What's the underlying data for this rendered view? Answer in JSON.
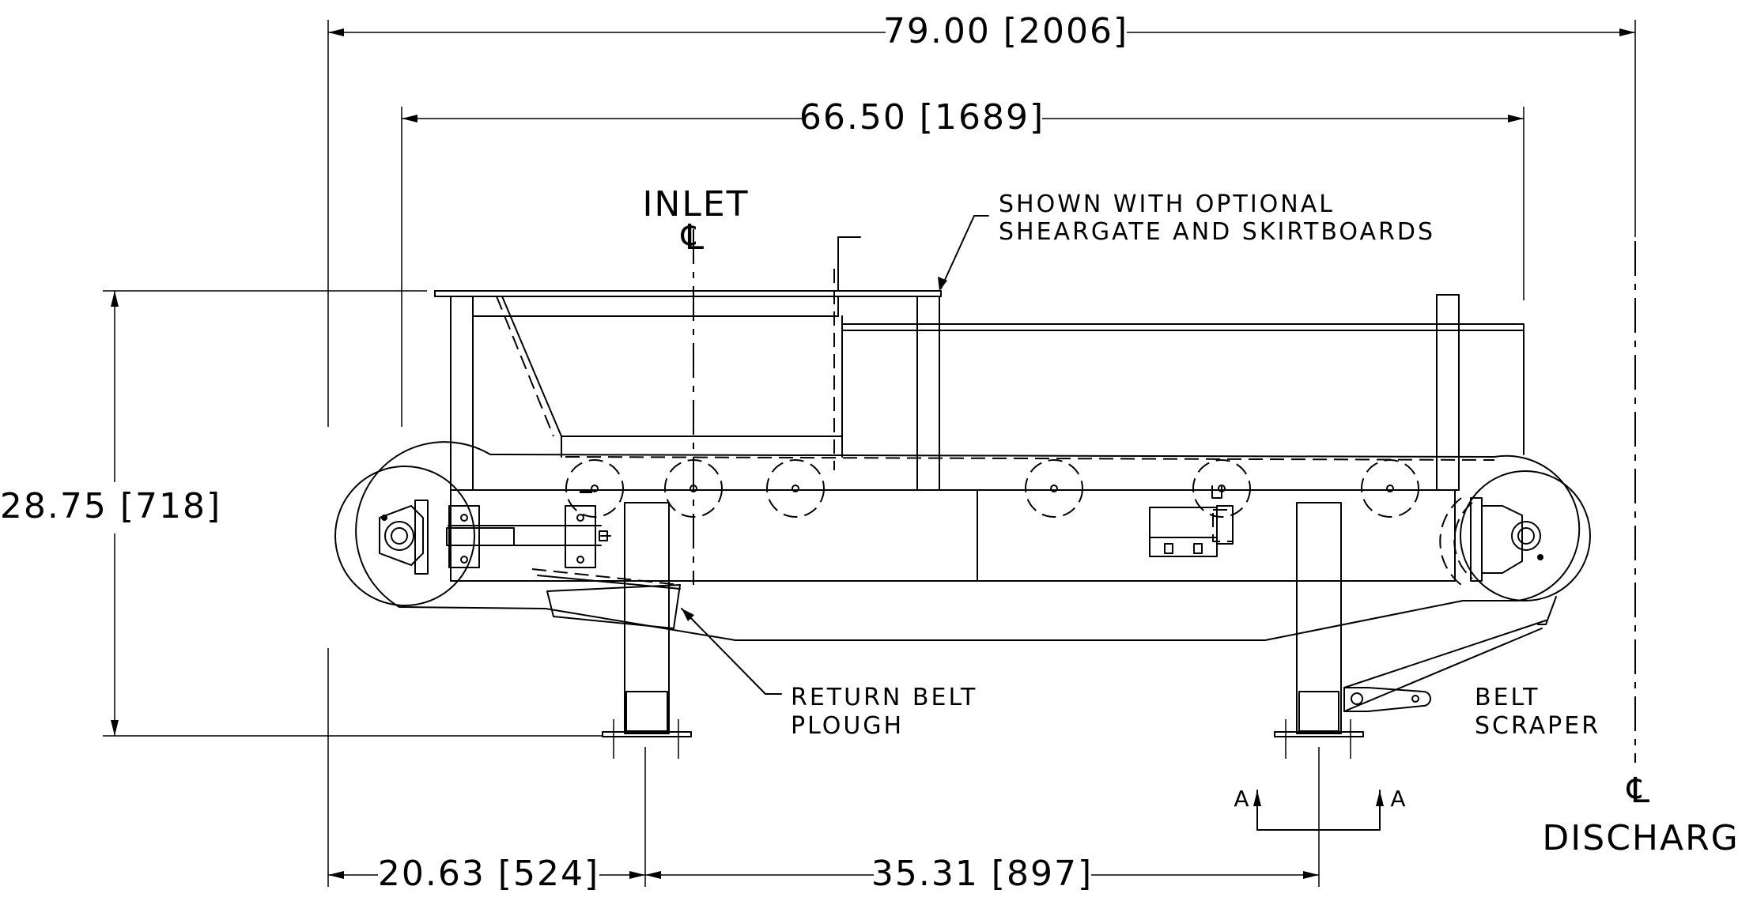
{
  "dimensions": {
    "overall_length": "79.00 [2006]",
    "pulley_centers": "66.50 [1689]",
    "overall_height": "28.75 [718]",
    "inlet_to_support": "20.63 [524]",
    "support_spacing": "35.31 [897]"
  },
  "labels": {
    "inlet": "INLET",
    "centerline_symbol": "℄",
    "discharge": "DISCHARGE",
    "option_note_line1": "SHOWN WITH OPTIONAL",
    "option_note_line2": "SHEARGATE AND SKIRTBOARDS",
    "plough_line1": "RETURN BELT",
    "plough_line2": "PLOUGH",
    "scraper_line1": "BELT",
    "scraper_line2": "SCRAPER",
    "section_a": "A"
  }
}
